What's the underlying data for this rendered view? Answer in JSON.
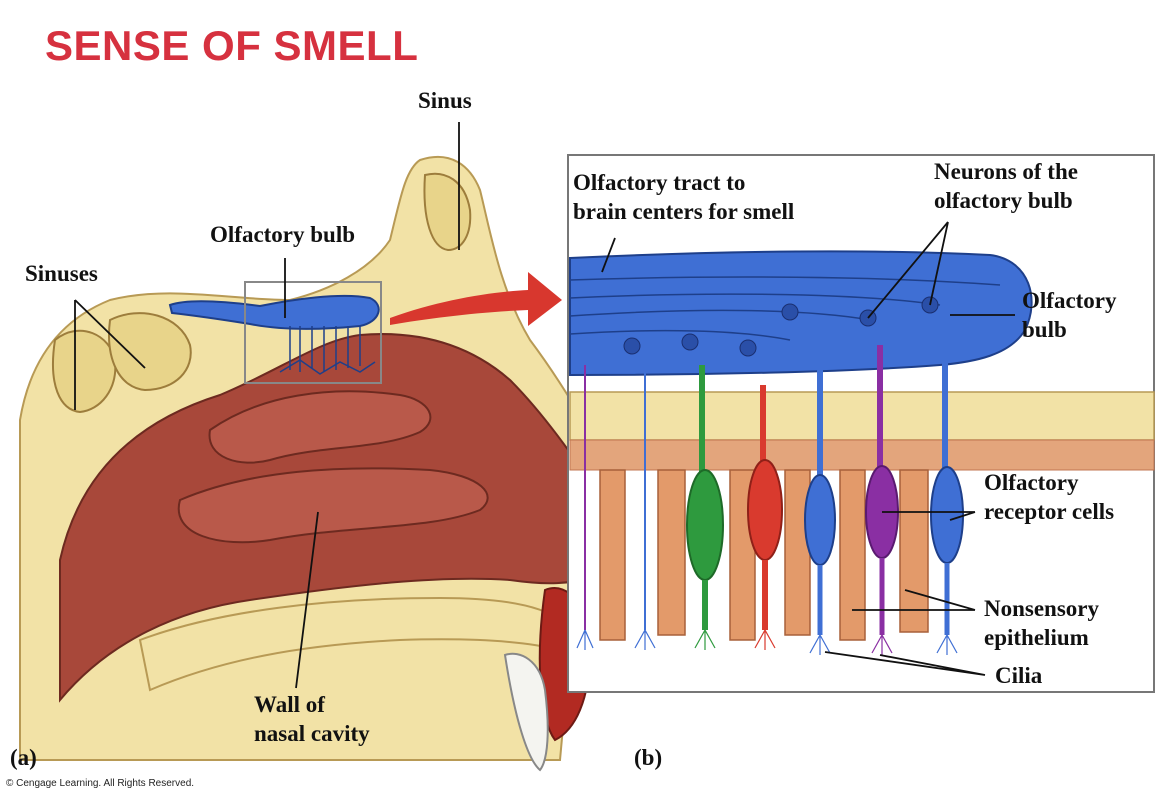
{
  "title": "SENSE OF SMELL",
  "panels": {
    "a": "(a)",
    "b": "(b)"
  },
  "labels": {
    "sinus": "Sinus",
    "sinuses": "Sinuses",
    "olfactory_bulb_a": "Olfactory bulb",
    "wall_line1": "Wall of",
    "wall_line2": "nasal cavity",
    "tract_line1": "Olfactory tract to",
    "tract_line2": "brain centers for smell",
    "neurons_line1": "Neurons of the",
    "neurons_line2": "olfactory bulb",
    "bulb_line1": "Olfactory",
    "bulb_line2": "bulb",
    "receptor_line1": "Olfactory",
    "receptor_line2": "receptor cells",
    "nonsensory_line1": "Nonsensory",
    "nonsensory_line2": "epithelium",
    "cilia": "Cilia"
  },
  "copyright": "© Cengage Learning. All Rights Reserved.",
  "colors": {
    "title": "#d6313f",
    "bone": "#f2e2a6",
    "tissue": "#a8483a",
    "bulb": "#3f6fd4",
    "arrow": "#d8372e",
    "receptor_green": "#2e9a3e",
    "receptor_red": "#d93a2e",
    "receptor_purple": "#8a2fa3",
    "support_cell": "#e39a6a"
  }
}
